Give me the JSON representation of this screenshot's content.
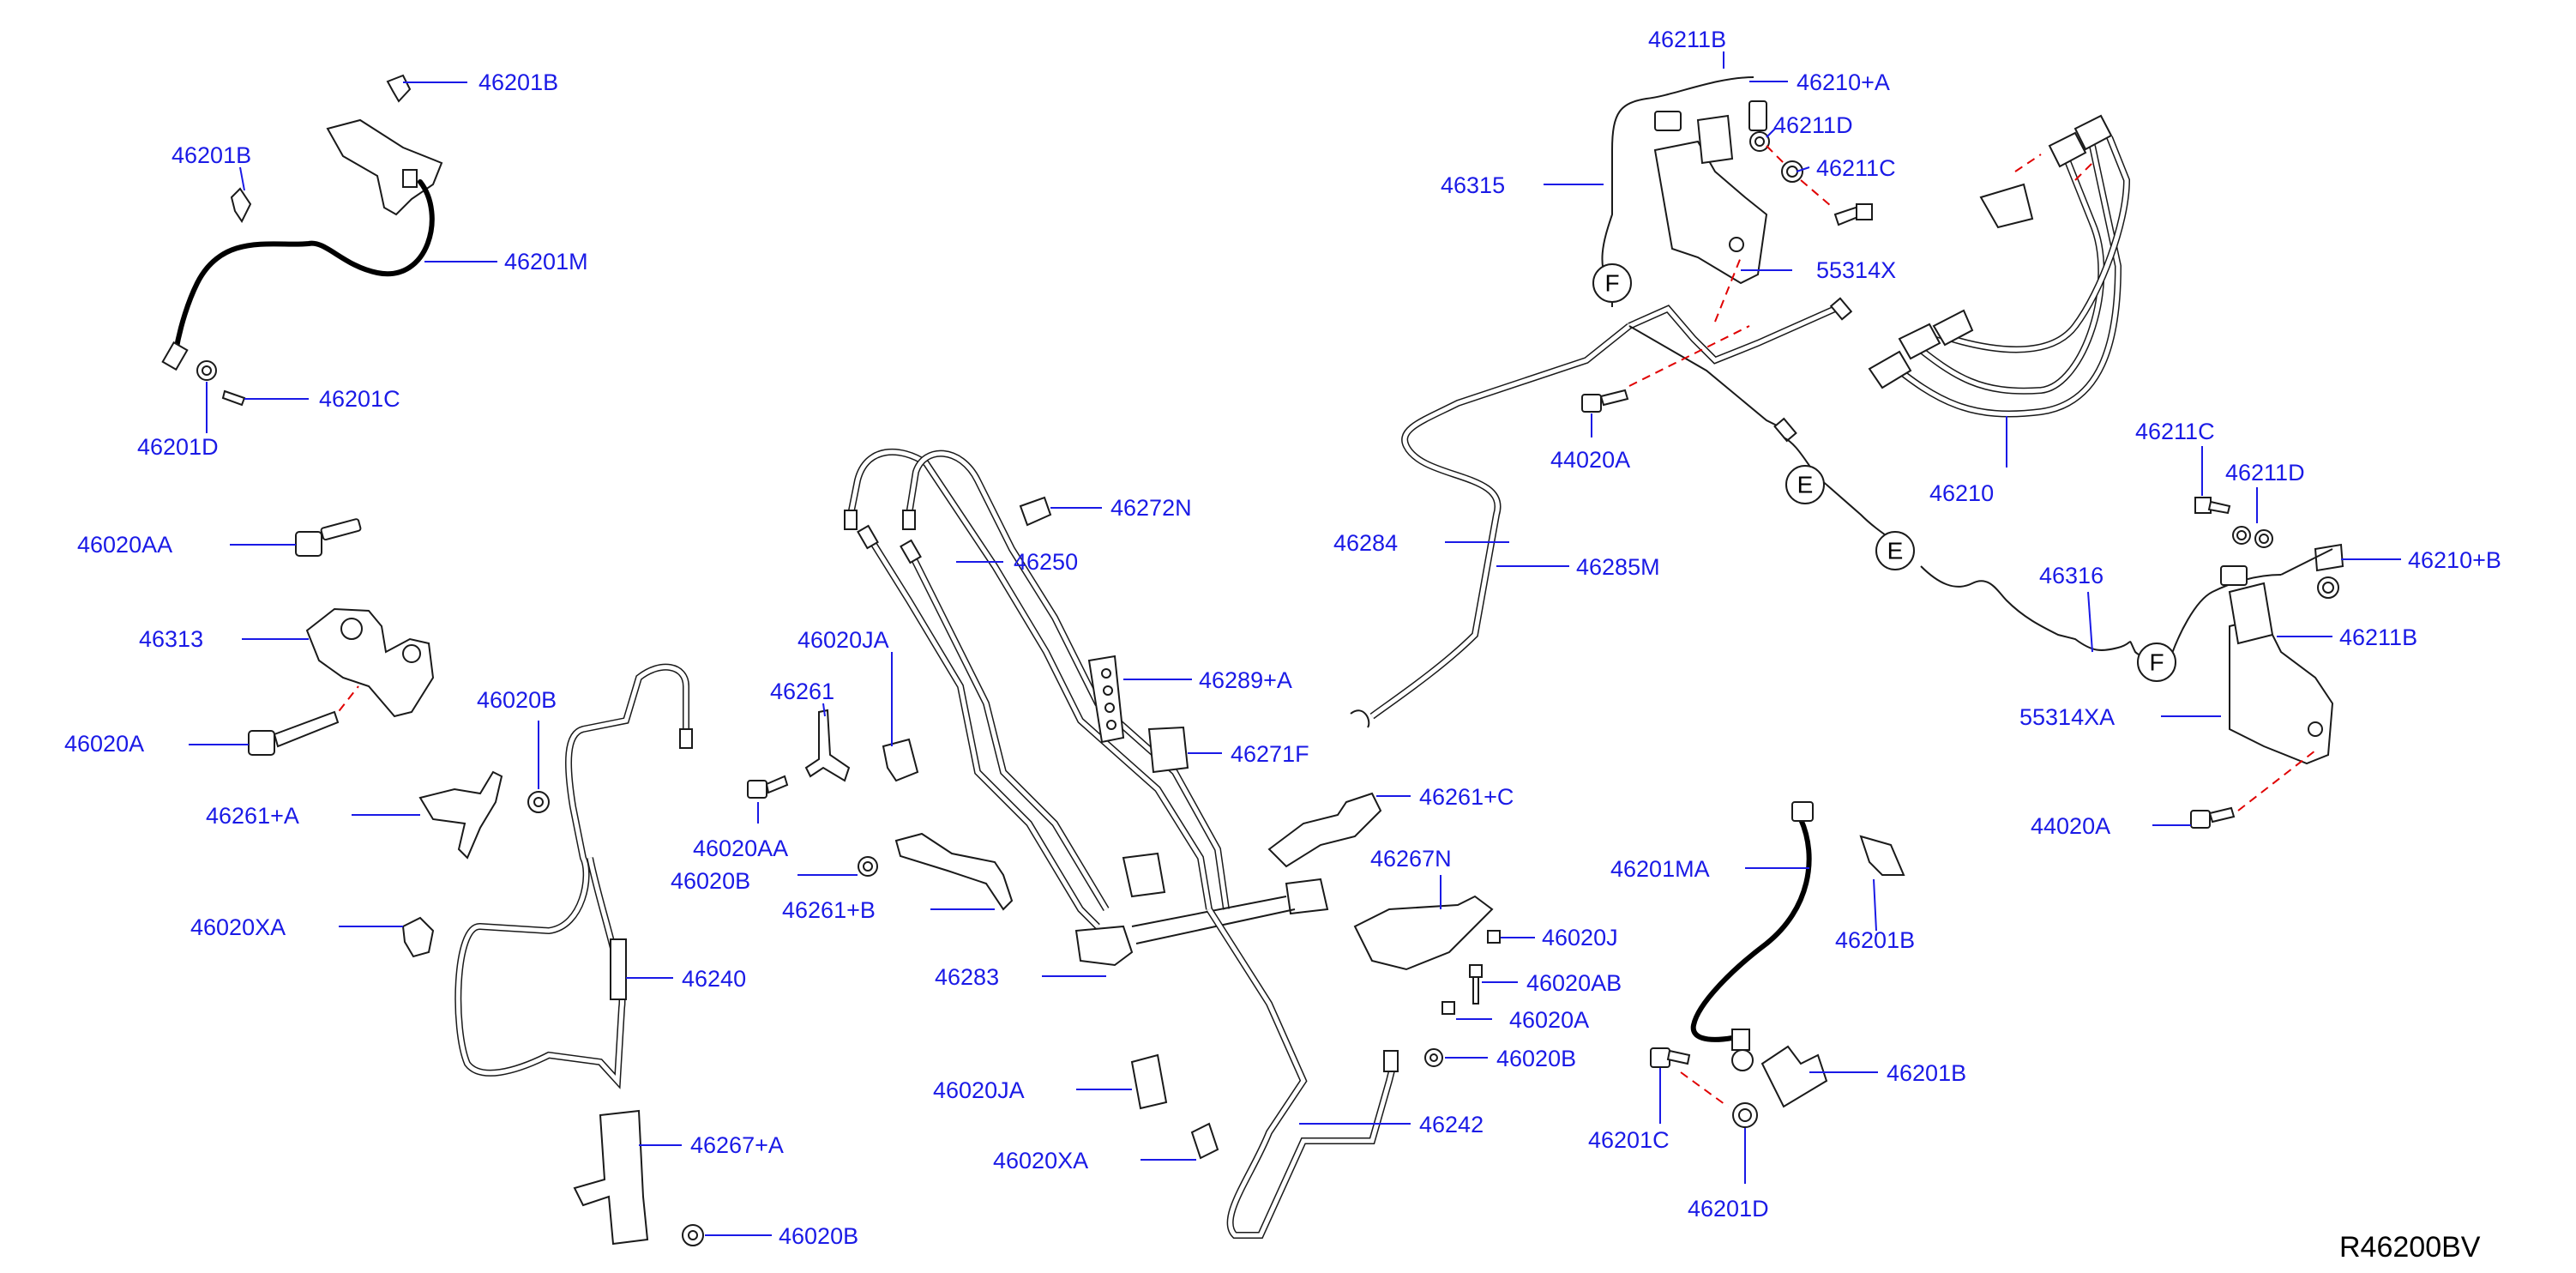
{
  "diagram": {
    "reference_code": "R46200BV",
    "section_markers": [
      "F",
      "E",
      "E",
      "F"
    ],
    "label_color": "#1a1ae6",
    "dash_color": "#e00000",
    "labels": [
      "46201B",
      "46201B",
      "46201M",
      "46201C",
      "46201D",
      "46020AA",
      "46313",
      "46020A",
      "46020B",
      "46261+A",
      "46020XA",
      "46240",
      "46267+A",
      "46020B",
      "46272N",
      "46250",
      "46020JA",
      "46261",
      "46020AA",
      "46020B",
      "46261+B",
      "46289+A",
      "46271F",
      "46283",
      "46020JA",
      "46020XA",
      "46242",
      "46261+C",
      "46267N",
      "46020J",
      "46020AB",
      "46020A",
      "46020B",
      "46211B",
      "46210+A",
      "46211D",
      "46211C",
      "46315",
      "55314X",
      "44020A",
      "46284",
      "46285M",
      "46210",
      "46211C",
      "46211D",
      "46210+B",
      "46316",
      "46211B",
      "55314XA",
      "44020A",
      "46201MA",
      "46201B",
      "46201B",
      "46201C",
      "46201D"
    ]
  }
}
